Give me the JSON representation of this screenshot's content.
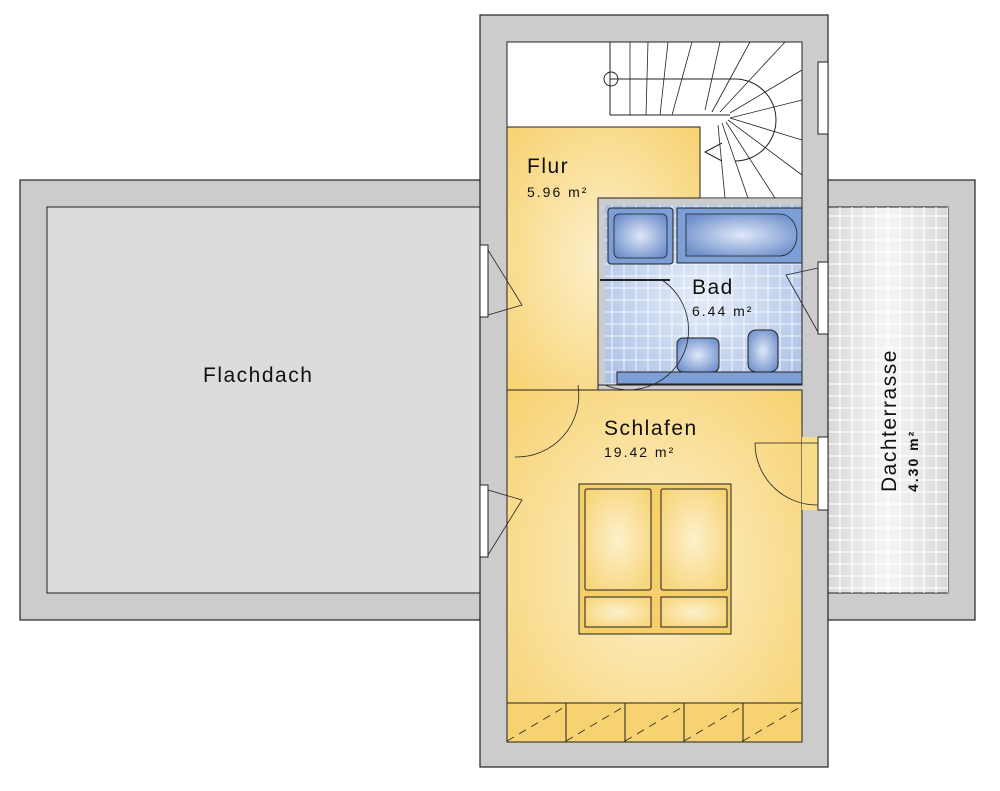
{
  "rooms": {
    "flachdach": {
      "name": "Flachdach"
    },
    "flur": {
      "name": "Flur",
      "area": "5.96 m²"
    },
    "bad": {
      "name": "Bad",
      "area": "6.44 m²"
    },
    "schlafen": {
      "name": "Schlafen",
      "area": "19.42 m²"
    },
    "dachterrasse": {
      "name": "Dachterrasse",
      "area": "4.30 m²"
    }
  },
  "colors": {
    "wall": "#cccccc",
    "roof": "#dcdcdc",
    "yellow": "#f8d77a",
    "blue": "#b9cbec",
    "fixture": "#7e9ed6"
  }
}
